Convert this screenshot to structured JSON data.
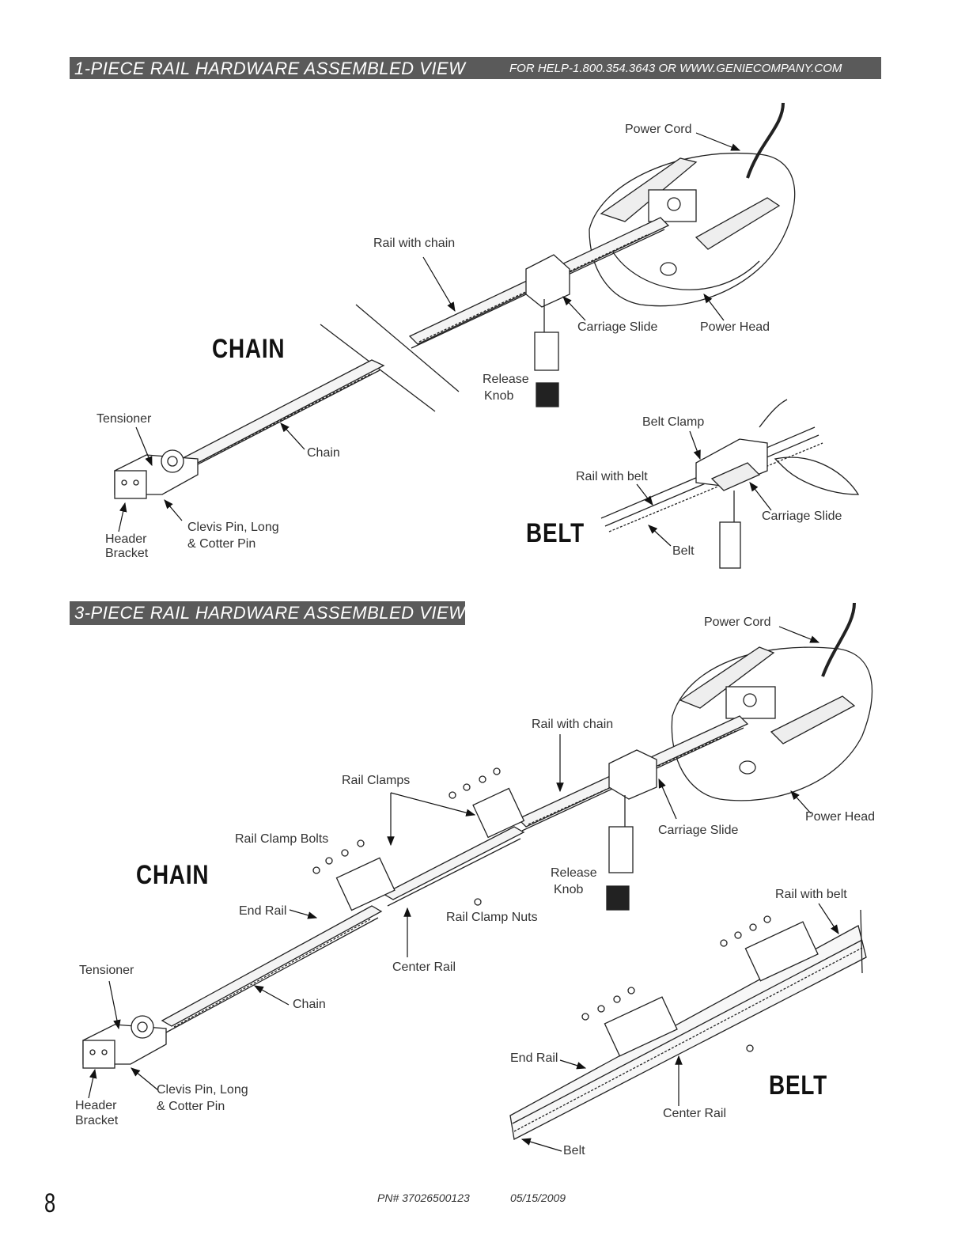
{
  "header": {
    "section1_title": "1-PIECE RAIL HARDWARE ASSEMBLED VIEW",
    "help_text": "FOR HELP-1.800.354.3643 OR WWW.GENIECOMPANY.COM",
    "section2_title": "3-PIECE RAIL HARDWARE ASSEMBLED VIEW"
  },
  "top_chain": {
    "heading": "CHAIN",
    "power_cord": "Power Cord",
    "rail_with_chain": "Rail with chain",
    "carriage_slide": "Carriage Slide",
    "power_head": "Power Head",
    "release_1": "Release",
    "release_2": "Knob",
    "tensioner": "Tensioner",
    "chain": "Chain",
    "clevis_1": "Clevis Pin, Long",
    "clevis_2": "& Cotter Pin",
    "header_1": "Header",
    "header_2": "Bracket"
  },
  "top_belt": {
    "heading": "BELT",
    "belt_clamp": "Belt Clamp",
    "rail_with_belt": "Rail with belt",
    "carriage_slide": "Carriage Slide",
    "belt": "Belt"
  },
  "bottom_chain": {
    "heading": "CHAIN",
    "power_cord": "Power Cord",
    "rail_with_chain": "Rail with chain",
    "rail_clamps": "Rail Clamps",
    "rail_clamp_bolts": "Rail Clamp Bolts",
    "carriage_slide": "Carriage Slide",
    "power_head": "Power Head",
    "release_1": "Release",
    "release_2": "Knob",
    "end_rail": "End Rail",
    "rail_clamp_nuts": "Rail Clamp Nuts",
    "center_rail": "Center Rail",
    "tensioner": "Tensioner",
    "chain": "Chain",
    "clevis_1": "Clevis Pin, Long",
    "clevis_2": "& Cotter Pin",
    "header_1": "Header",
    "header_2": "Bracket"
  },
  "bottom_belt": {
    "heading": "BELT",
    "rail_with_belt": "Rail with belt",
    "end_rail": "End Rail",
    "center_rail": "Center Rail",
    "belt": "Belt"
  },
  "footer": {
    "page_number": "8",
    "part_number": "PN# 37026500123",
    "date": "05/15/2009"
  }
}
